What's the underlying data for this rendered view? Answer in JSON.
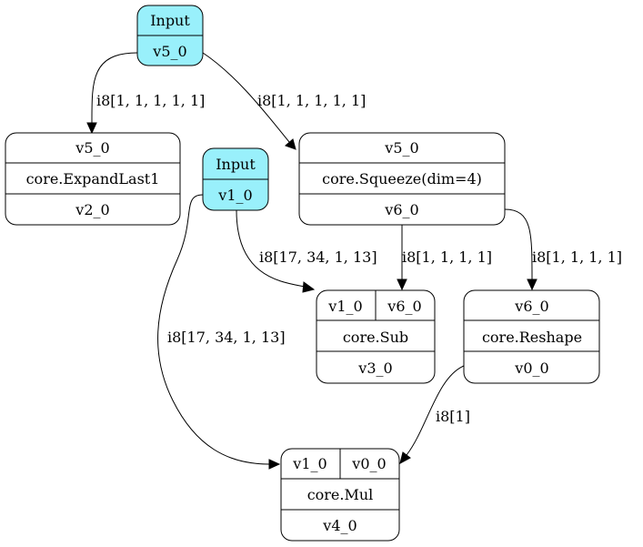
{
  "colors": {
    "input_fill": "#99f0fb",
    "node_fill": "#ffffff",
    "stroke": "#000000"
  },
  "nodes": {
    "input_v5": {
      "title": "Input",
      "output": "v5_0"
    },
    "expand_last": {
      "input": "v5_0",
      "op": "core.ExpandLast1",
      "output": "v2_0"
    },
    "input_v1": {
      "title": "Input",
      "output": "v1_0"
    },
    "squeeze": {
      "input": "v5_0",
      "op": "core.Squeeze(dim=4)",
      "output": "v6_0"
    },
    "sub": {
      "input_a": "v1_0",
      "input_b": "v6_0",
      "op": "core.Sub",
      "output": "v3_0"
    },
    "reshape": {
      "input": "v6_0",
      "op": "core.Reshape",
      "output": "v0_0"
    },
    "mul": {
      "input_a": "v1_0",
      "input_b": "v0_0",
      "op": "core.Mul",
      "output": "v4_0"
    }
  },
  "edges": {
    "input_v5_to_expand": "i8[1, 1, 1, 1, 1]",
    "input_v5_to_squeeze": "i8[1, 1, 1, 1, 1]",
    "input_v1_to_sub": "i8[17, 34, 1, 13]",
    "squeeze_to_sub": "i8[1, 1, 1, 1]",
    "squeeze_to_reshape": "i8[1, 1, 1, 1]",
    "input_v1_to_mul": "i8[17, 34, 1, 13]",
    "reshape_to_mul": "i8[1]"
  }
}
